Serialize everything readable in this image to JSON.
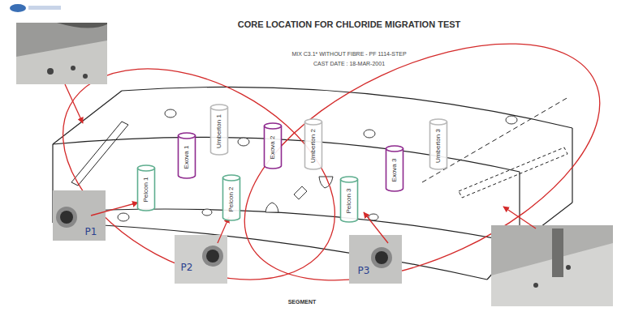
{
  "diagram": {
    "title": "CORE LOCATION FOR CHLORIDE MIGRATION TEST",
    "nodes": [
      {
        "text": [
          "Pelcon 1"
        ]
      },
      {
        "text": [
          "Exova 1"
        ]
      },
      {
        "text": [
          "Umberton 1"
        ]
      },
      {
        "text": [
          "Pelcon 2"
        ]
      },
      {
        "text": [
          "Exova 2"
        ]
      },
      {
        "text": [
          "Umberton 2"
        ]
      },
      {
        "text": [
          "Pelcon 3"
        ]
      },
      {
        "text": [
          "Exova 3"
        ]
      },
      {
        "text": [
          "Umberton 3"
        ]
      }
    ],
    "labels": [
      "MIX C3.1* WITHOUT FIBRE - PF 1114-STEP",
      "CAST DATE : 18-MAR-2001",
      "P1",
      "P2",
      "P3",
      "SEGMENT"
    ]
  }
}
